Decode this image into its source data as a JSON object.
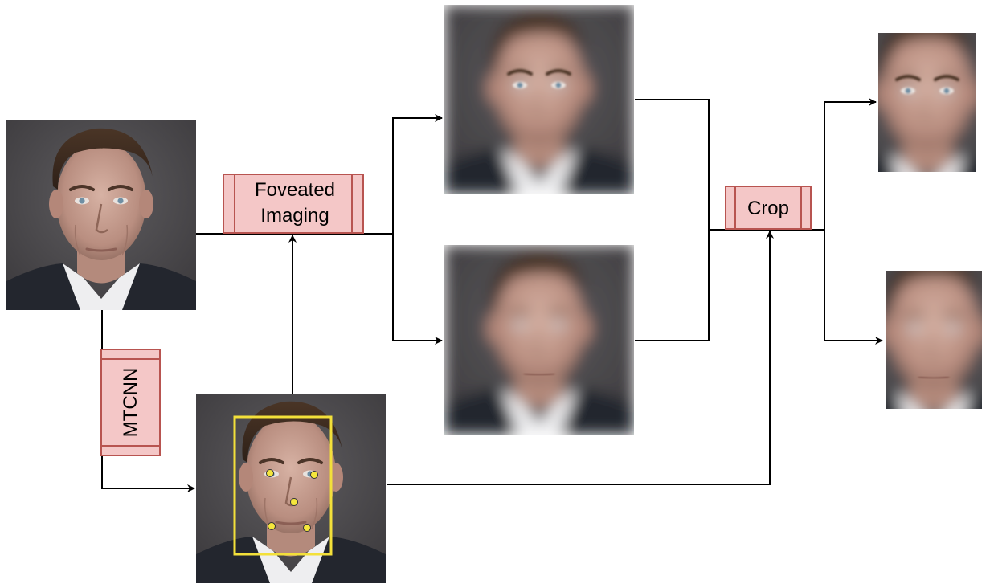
{
  "process_boxes": {
    "foveated_imaging": {
      "lines": [
        "Foveated",
        "Imaging"
      ]
    },
    "crop": {
      "label": "Crop"
    },
    "mtcnn": {
      "label": "MTCNN"
    }
  },
  "images": [
    {
      "name": "input-face-photo",
      "description": "sharp portrait of a man in a dark suit and white shirt against a dark grey background"
    },
    {
      "name": "detected-face-photo",
      "description": "same portrait with yellow face bounding box and five yellow landmark points"
    },
    {
      "name": "foveated-eyes-image",
      "description": "blurred face with focus on the eyes"
    },
    {
      "name": "foveated-mouth-image",
      "description": "blurred face with focus on the mouth"
    },
    {
      "name": "cropped-eyes-image",
      "description": "cropped blurred face, eyes in focus"
    },
    {
      "name": "cropped-mouth-image",
      "description": "cropped blurred face, mouth in focus"
    }
  ],
  "colors": {
    "process_fill": "#f4c7c7",
    "process_stroke": "#b85450",
    "bbox": "#f3e03a",
    "landmark": "#f5e63c",
    "arrow": "#000000"
  }
}
